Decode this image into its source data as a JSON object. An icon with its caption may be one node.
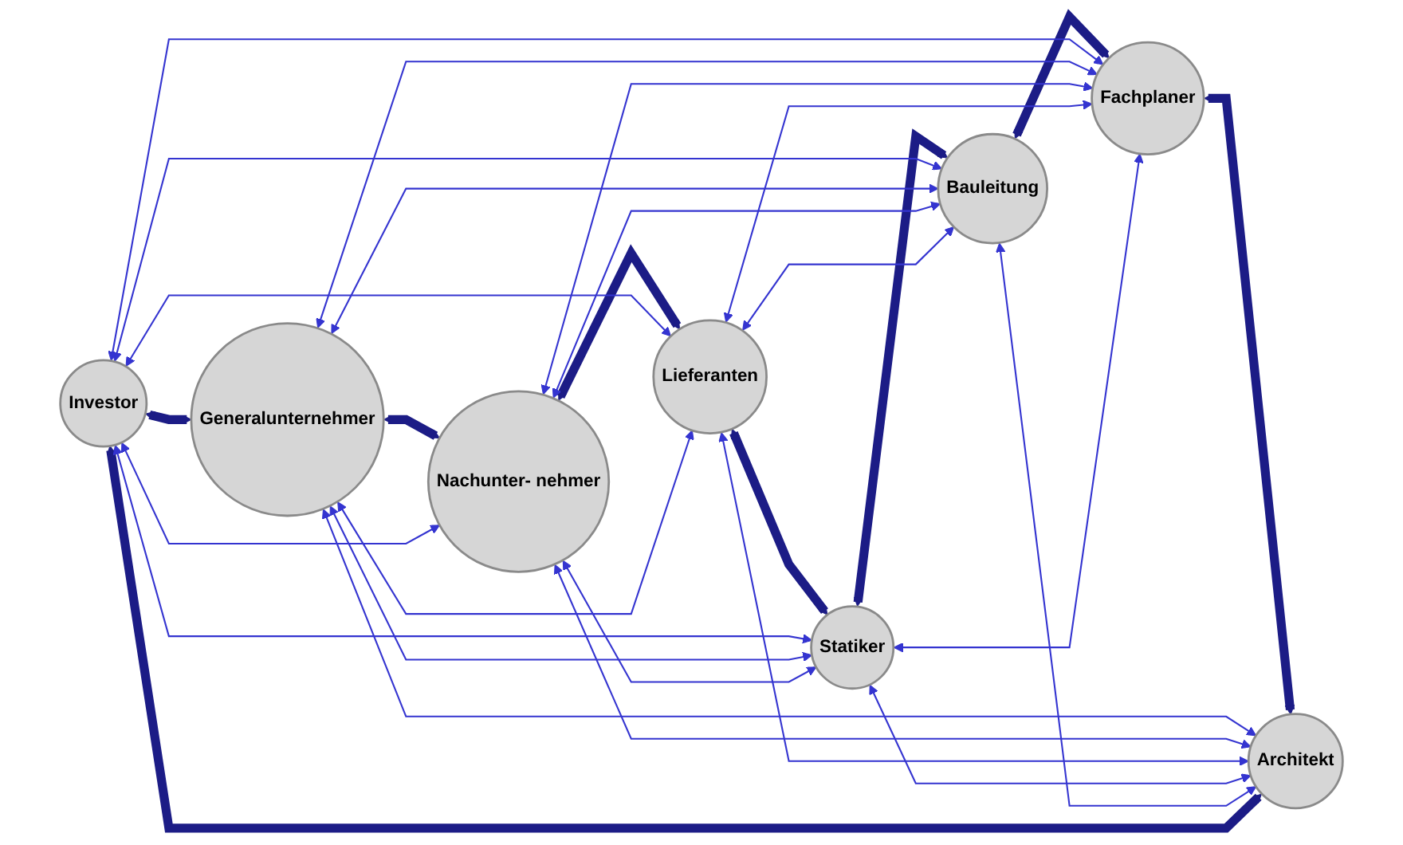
{
  "diagram": {
    "nodes": [
      {
        "text": [
          "Investor"
        ]
      },
      {
        "text": [
          "Generalunternehmer"
        ]
      },
      {
        "text": [
          "Nachunter- nehmer"
        ]
      },
      {
        "text": [
          "Lieferanten"
        ]
      },
      {
        "text": [
          "Statiker"
        ]
      },
      {
        "text": [
          "Bauleitung"
        ]
      },
      {
        "text": [
          "Fachplaner"
        ]
      },
      {
        "text": [
          "Architekt"
        ]
      }
    ],
    "edges": [
      {
        "from": 0,
        "to": 1,
        "arrow": "both",
        "style": "thick",
        "color": "#1c1c86"
      },
      {
        "from": 1,
        "to": 2,
        "arrow": "both",
        "style": "thick",
        "color": "#1c1c86"
      },
      {
        "from": 2,
        "to": 3,
        "arrow": "both",
        "style": "thick",
        "color": "#1c1c86"
      },
      {
        "from": 3,
        "to": 4,
        "arrow": "both",
        "style": "thick",
        "color": "#1c1c86"
      },
      {
        "from": 4,
        "to": 5,
        "arrow": "both",
        "style": "thick",
        "color": "#1c1c86"
      },
      {
        "from": 5,
        "to": 6,
        "arrow": "both",
        "style": "thick",
        "color": "#1c1c86"
      },
      {
        "from": 6,
        "to": 7,
        "arrow": "both",
        "style": "thick",
        "color": "#1c1c86"
      },
      {
        "from": 7,
        "to": 0,
        "arrow": "both",
        "style": "thick",
        "color": "#1c1c86"
      },
      {
        "from": 0,
        "to": 2,
        "arrow": "both"
      },
      {
        "from": 0,
        "to": 3,
        "arrow": "both"
      },
      {
        "from": 0,
        "to": 4,
        "arrow": "both"
      },
      {
        "from": 0,
        "to": 5,
        "arrow": "both"
      },
      {
        "from": 0,
        "to": 6,
        "arrow": "both"
      },
      {
        "from": 1,
        "to": 3,
        "arrow": "both"
      },
      {
        "from": 1,
        "to": 4,
        "arrow": "both"
      },
      {
        "from": 1,
        "to": 5,
        "arrow": "both"
      },
      {
        "from": 1,
        "to": 6,
        "arrow": "both"
      },
      {
        "from": 1,
        "to": 7,
        "arrow": "both"
      },
      {
        "from": 2,
        "to": 4,
        "arrow": "both"
      },
      {
        "from": 2,
        "to": 5,
        "arrow": "both"
      },
      {
        "from": 2,
        "to": 6,
        "arrow": "both"
      },
      {
        "from": 2,
        "to": 7,
        "arrow": "both"
      },
      {
        "from": 3,
        "to": 5,
        "arrow": "both"
      },
      {
        "from": 3,
        "to": 6,
        "arrow": "both"
      },
      {
        "from": 3,
        "to": 7,
        "arrow": "both"
      },
      {
        "from": 4,
        "to": 6,
        "arrow": "both"
      },
      {
        "from": 4,
        "to": 7,
        "arrow": "both"
      },
      {
        "from": 5,
        "to": 7,
        "arrow": "both"
      }
    ]
  }
}
